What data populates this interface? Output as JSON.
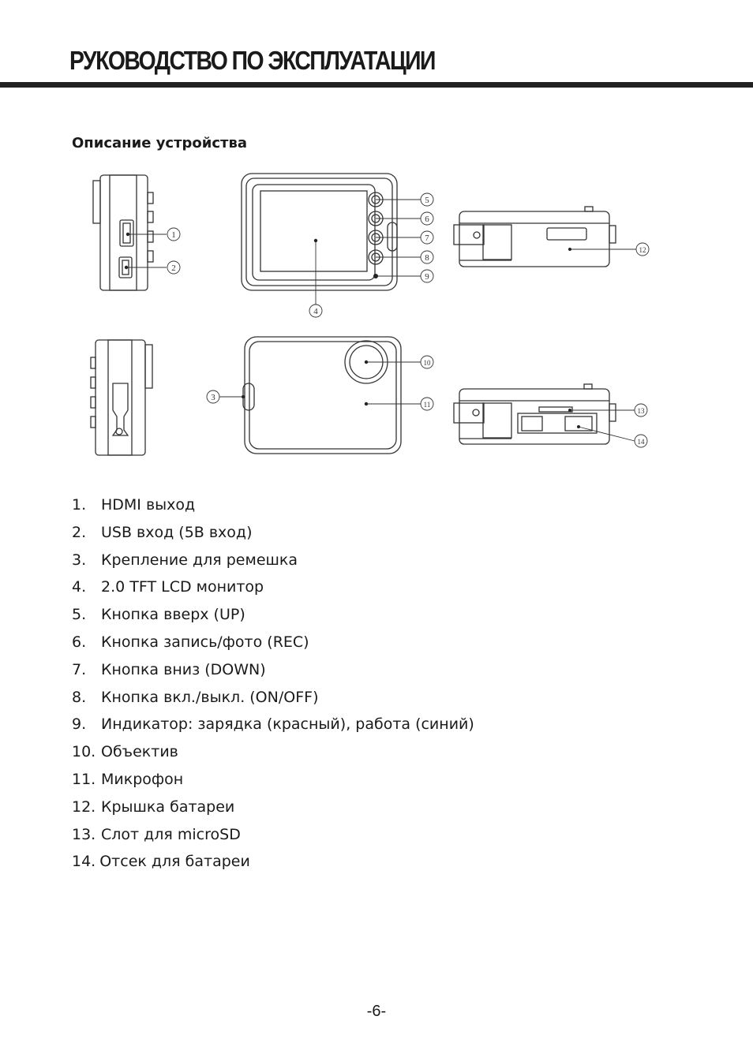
{
  "header": {
    "title": "РУКОВОДСТВО ПО ЭКСПЛУАТАЦИИ"
  },
  "section": {
    "title": "Описание устройства"
  },
  "diagram": {
    "callouts": [
      "1",
      "2",
      "3",
      "4",
      "5",
      "6",
      "7",
      "8",
      "9",
      "10",
      "11",
      "12",
      "13",
      "14"
    ]
  },
  "parts": [
    {
      "num": "1.",
      "label": "HDMI выход"
    },
    {
      "num": "2.",
      "label": "USB вход (5В вход)"
    },
    {
      "num": "3.",
      "label": "Крепление для ремешка"
    },
    {
      "num": "4.",
      "label": "2.0 TFT LCD монитор"
    },
    {
      "num": "5.",
      "label": "Кнопка вверх (UP)"
    },
    {
      "num": "6.",
      "label": "Кнопка запись/фото (REC)"
    },
    {
      "num": "7.",
      "label": "Кнопка вниз (DOWN)"
    },
    {
      "num": "8.",
      "label": "Кнопка вкл./выкл. (ON/OFF)"
    },
    {
      "num": "9.",
      "label": "Индикатор: зарядка (красный), работа (синий)"
    },
    {
      "num": "10.",
      "label": "Объектив"
    },
    {
      "num": "11.",
      "label": "Микрофон"
    },
    {
      "num": "12.",
      "label": "Крышка батареи"
    },
    {
      "num": "13.",
      "label": "Слот для microSD"
    },
    {
      "num": "14.",
      "label": "Отсек для батареи"
    }
  ],
  "footer": {
    "page_number": "-6-"
  }
}
